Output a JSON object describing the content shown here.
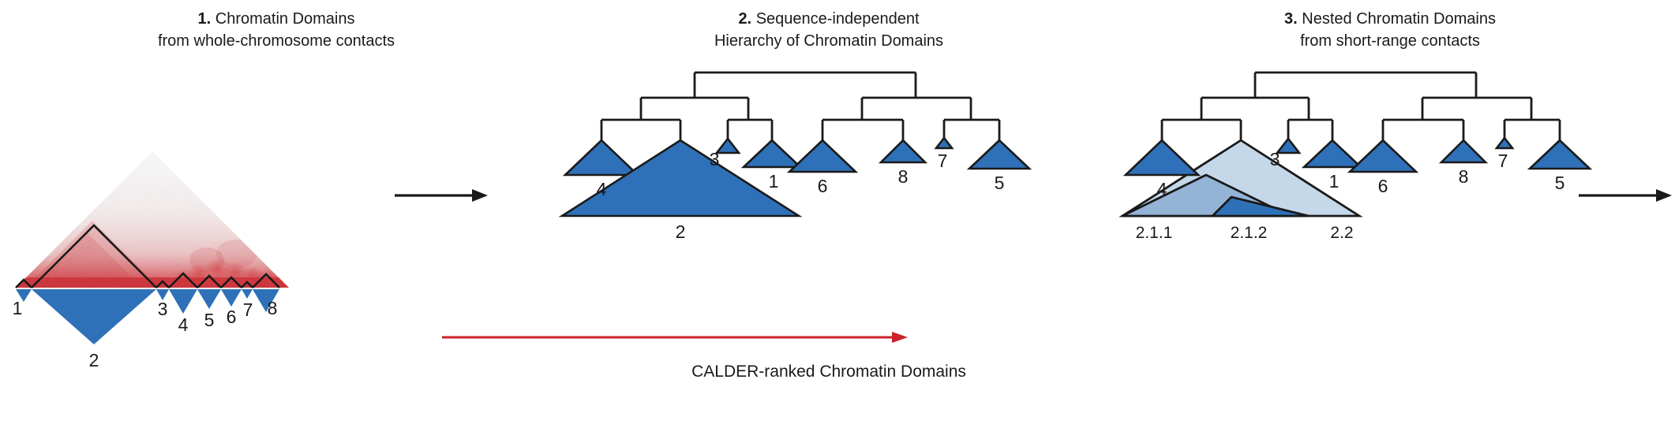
{
  "figure": {
    "background": "#ffffff",
    "colors": {
      "domain_blue": "#2f71b8",
      "domain_blue_mid": "#93b4d6",
      "domain_blue_light": "#c5d8ea",
      "hic_red": "#cf2027",
      "outline_black": "#1a1a1a",
      "calder_arrow_red": "#cc2229"
    }
  },
  "panels": [
    {
      "id": "panel-1",
      "number": "1.",
      "title_line1": "Chromatin Domains",
      "title_line2": "from whole-chromosome contacts",
      "heatmap": {
        "type": "hi-c-contact-map",
        "orientation": "triangular",
        "colormap": "white-to-red"
      },
      "domain_labels": [
        "1",
        "2",
        "3",
        "4",
        "5",
        "6",
        "7",
        "8"
      ],
      "domains": [
        {
          "label": "1",
          "start": 0.0,
          "end": 0.06
        },
        {
          "label": "2",
          "start": 0.06,
          "end": 0.6
        },
        {
          "label": "3",
          "start": 0.6,
          "end": 0.645
        },
        {
          "label": "4",
          "start": 0.645,
          "end": 0.745
        },
        {
          "label": "5",
          "start": 0.745,
          "end": 0.825
        },
        {
          "label": "6",
          "start": 0.825,
          "end": 0.895
        },
        {
          "label": "7",
          "start": 0.895,
          "end": 0.925
        },
        {
          "label": "8",
          "start": 0.925,
          "end": 1.0
        }
      ]
    },
    {
      "id": "panel-2",
      "number": "2.",
      "title_line1": "Sequence-independent",
      "title_line2": "Hierarchy of Chromatin Domains",
      "leaf_labels": [
        "4",
        "2",
        "3",
        "1",
        "6",
        "8",
        "7",
        "5"
      ],
      "leaf_sizes": [
        0.45,
        1.0,
        0.13,
        0.36,
        0.42,
        0.28,
        0.1,
        0.38
      ],
      "tree": {
        "root_children": [
          "left-clade",
          "right-clade"
        ],
        "left_clade": [
          [
            "4",
            "2"
          ],
          [
            "3",
            "1"
          ]
        ],
        "right_clade": [
          [
            "6",
            "8"
          ],
          [
            "7",
            "5"
          ]
        ]
      },
      "calder_arrow_label": "CALDER-ranked Chromatin Domains"
    },
    {
      "id": "panel-3",
      "number": "3.",
      "title_line1": "Nested Chromatin Domains",
      "title_line2": "from short-range contacts",
      "leaf_labels": [
        "4",
        "3",
        "1",
        "6",
        "8",
        "7",
        "5"
      ],
      "nested_labels": [
        "2.1.1",
        "2.1.2",
        "2.2"
      ],
      "nested_shades": [
        "#93b4d6",
        "#2f71b8",
        "#c5d8ea"
      ]
    }
  ],
  "flow_arrows": [
    {
      "name": "arrow-panel1-to-panel2"
    },
    {
      "name": "arrow-panel2-to-panel3"
    }
  ]
}
